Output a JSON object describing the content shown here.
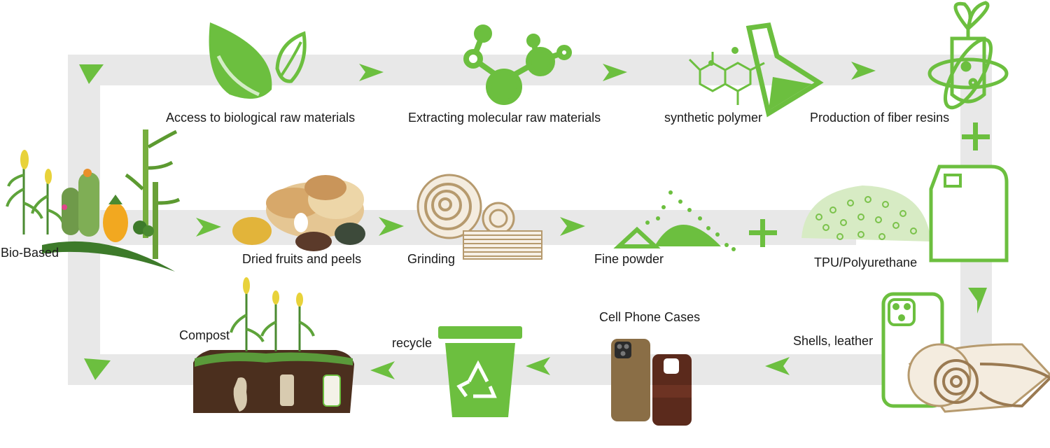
{
  "diagram": {
    "nodes": [
      {
        "id": "bio",
        "label": "Bio-Based",
        "icon": "plants-icon"
      },
      {
        "id": "access",
        "label": "Access to biological raw materials",
        "icon": "leaf-icon"
      },
      {
        "id": "extract",
        "label": "Extracting molecular raw materials",
        "icon": "molecule-icon"
      },
      {
        "id": "synth",
        "label": "synthetic polymer",
        "icon": "flask-icon"
      },
      {
        "id": "resin",
        "label": "Production of fiber resins",
        "icon": "test-tube-plant-icon"
      },
      {
        "id": "dried",
        "label": "Dried fruits and peels",
        "icon": "dried-fruit-icon"
      },
      {
        "id": "grind",
        "label": "Grinding",
        "icon": "wood-rings-icon"
      },
      {
        "id": "powder",
        "label": "Fine powder",
        "icon": "powder-scoop-icon"
      },
      {
        "id": "tpu",
        "label": "TPU/Polyurethane",
        "icon": "pellets-jerrycan-icon"
      },
      {
        "id": "shells",
        "label": "Shells, leather",
        "icon": "phone-shell-roll-icon"
      },
      {
        "id": "cases",
        "label": "Cell Phone Cases",
        "icon": "phone-cases-icon"
      },
      {
        "id": "recycle",
        "label": "recycle",
        "icon": "recycle-bin-icon"
      },
      {
        "id": "compost",
        "label": "Compost",
        "icon": "compost-soil-icon"
      }
    ]
  },
  "colors": {
    "green": "#6cbf3f",
    "track": "#e8e8e8",
    "tan": "#b69a6e",
    "brown": "#5a3a22",
    "case_tan": "#8a6e46",
    "case_dark": "#5b2a1c"
  }
}
